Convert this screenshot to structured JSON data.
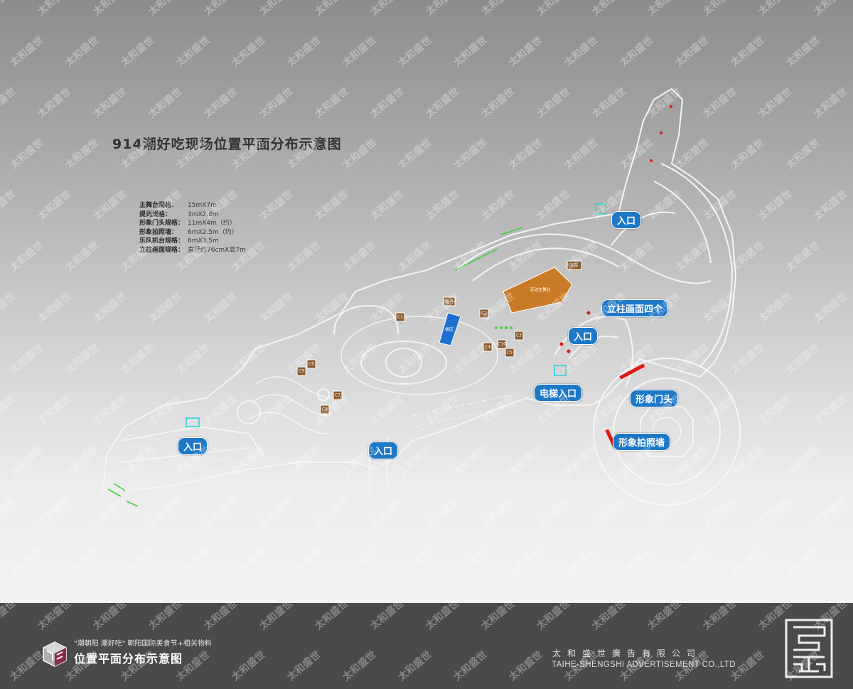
{
  "page": {
    "title": "914潮好吃现场位置平面分布示意图"
  },
  "specs": [
    {
      "label": "主舞台规格：",
      "value": "15mX7m"
    },
    {
      "label": "提词规格：",
      "value": "3mX2.6m"
    },
    {
      "label": "形象门头规格：",
      "value": "11mX4m（约）"
    },
    {
      "label": "形象拍照墙：",
      "value": "6mX2.5m（约）"
    },
    {
      "label": "乐队机台规格：",
      "value": "6mX3.5m"
    },
    {
      "label": "立柱画面规格：",
      "value": "直径约76cmX高7m"
    }
  ],
  "map": {
    "labels": {
      "entrance_top": "入口",
      "entrance_mid": "入口",
      "entrance_left": "入口",
      "entrance_bottom": "入口",
      "elevator_entrance": "电梯入口",
      "pillar_images": "立柱画面四个",
      "image_gate": "形象门头",
      "photo_wall": "形象拍照墙"
    },
    "boxes": {
      "main_stage": "活动主舞台",
      "band_stage": "乐队",
      "booth_top": "服务",
      "blue_area": "餐区",
      "c1": "C1",
      "c2": "C2",
      "c3": "C3",
      "c4": "C4",
      "c5": "C5",
      "c6": "C6",
      "c7": "C7",
      "c8": "C8",
      "c9": "C9",
      "c10": "C10"
    },
    "colors": {
      "booth": "#8a5a2e",
      "stage": "#c97a26",
      "blue_area": "#1e6fd0",
      "label_bg": "#1e78c8",
      "red_marker": "#e01818",
      "green_marker": "#3fd13f",
      "cyan_marker": "#2fd0d8"
    }
  },
  "footer": {
    "subtitle": "\"潮朝阳 潮好吃\" 朝阳国际美食节+相关物料",
    "title": "位置平面分布示意图",
    "company_cn": "太和盛世廣告有限公司",
    "company_en": "TAIHE-SHENGSHI ADVERTISEMENT CO.,LTD"
  },
  "watermark": {
    "text": "太和盛世"
  }
}
